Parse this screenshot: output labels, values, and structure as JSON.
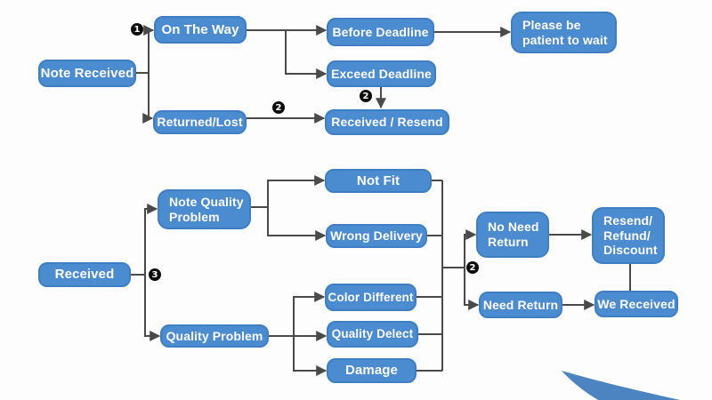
{
  "diagram": {
    "type": "flowchart",
    "nodes": {
      "note_received": {
        "label": "Note Received"
      },
      "on_the_way": {
        "label": "On The Way"
      },
      "before_deadline": {
        "label": "Before Deadline"
      },
      "exceed_deadline": {
        "label": "Exceed Deadline"
      },
      "please_wait": {
        "label": "Please be\npatient to wait"
      },
      "returned_lost": {
        "label": "Returned/Lost"
      },
      "received_resend": {
        "label": "Received / Resend"
      },
      "received": {
        "label": "Received"
      },
      "note_quality_problem": {
        "label": "Note Quality\nProblem"
      },
      "not_fit": {
        "label": "Not Fit"
      },
      "wrong_delivery": {
        "label": "Wrong Delivery"
      },
      "quality_problem": {
        "label": "Quality Problem"
      },
      "color_different": {
        "label": "Color Different"
      },
      "quality_delect": {
        "label": "Quality Delect"
      },
      "damage": {
        "label": "Damage"
      },
      "no_need_return": {
        "label": "No Need\nReturn"
      },
      "resend_refund_discount": {
        "label": "Resend/\nRefund/\nDiscount"
      },
      "need_return": {
        "label": "Need Return"
      },
      "we_received": {
        "label": "We Received"
      }
    },
    "badges": {
      "step1": "1",
      "step2_returned": "2",
      "step2_exceed": "2",
      "step2_branch": "2",
      "step3": "3"
    },
    "edges": [
      {
        "from": "Note Received",
        "to": "On The Way",
        "badge": "1"
      },
      {
        "from": "Note Received",
        "to": "Returned/Lost"
      },
      {
        "from": "On The Way",
        "to": "Before Deadline"
      },
      {
        "from": "On The Way",
        "to": "Exceed Deadline"
      },
      {
        "from": "Before Deadline",
        "to": "Please be patient to wait"
      },
      {
        "from": "Exceed Deadline",
        "to": "Received / Resend",
        "badge": "2"
      },
      {
        "from": "Returned/Lost",
        "to": "Received / Resend",
        "badge": "2"
      },
      {
        "from": "Received",
        "to": "Note Quality Problem",
        "badge": "3"
      },
      {
        "from": "Received",
        "to": "Quality Problem",
        "badge": "3"
      },
      {
        "from": "Note Quality Problem",
        "to": "Not Fit"
      },
      {
        "from": "Note Quality Problem",
        "to": "Wrong Delivery"
      },
      {
        "from": "Quality Problem",
        "to": "Color Different"
      },
      {
        "from": "Quality Problem",
        "to": "Quality Delect"
      },
      {
        "from": "Quality Problem",
        "to": "Damage"
      },
      {
        "from": [
          "Not Fit",
          "Wrong Delivery",
          "Color Different",
          "Quality Delect",
          "Damage"
        ],
        "to": [
          "No Need Return",
          "Need Return"
        ],
        "badge": "2"
      },
      {
        "from": "No Need Return",
        "to": "Resend/ Refund/ Discount"
      },
      {
        "from": "Need Return",
        "to": "We Received"
      },
      {
        "from": "Resend/ Refund/ Discount",
        "to": "We Received"
      }
    ]
  },
  "colors": {
    "node_fill": "#4b8bd0",
    "node_border": "#3f7ec2",
    "node_text": "#ffffff",
    "connector": "#4a4a4a",
    "badge_fill": "#0d0d0d",
    "badge_text": "#ffffff",
    "swoosh": "#4c84c1",
    "background": "#fdfdfd"
  }
}
